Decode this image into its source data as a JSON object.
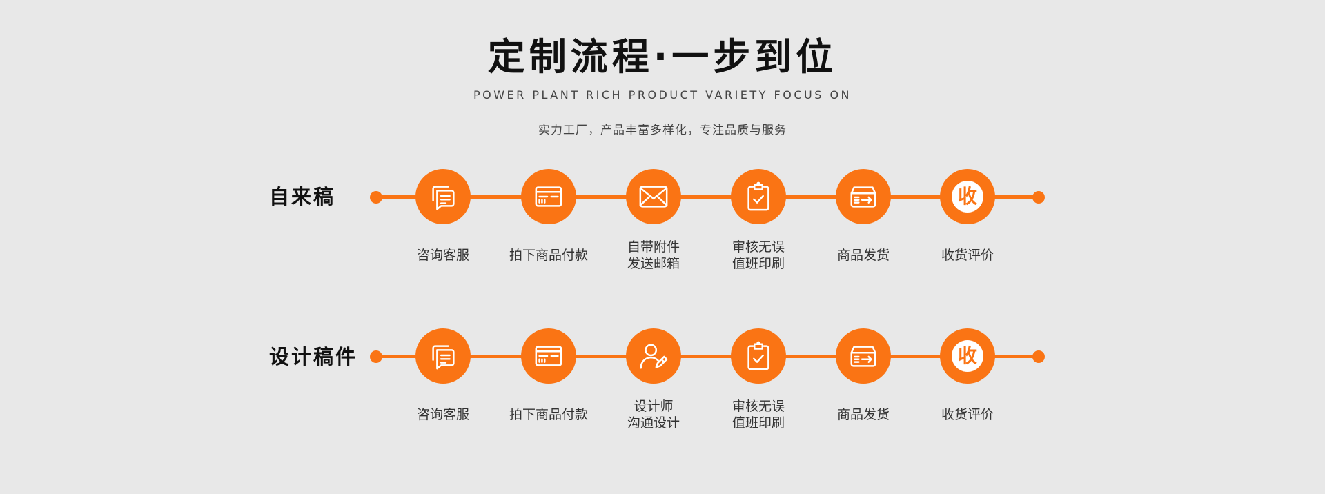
{
  "header": {
    "title": "定制流程·一步到位",
    "subtitle_en": "POWER PLANT RICH PRODUCT VARIETY FOCUS ON",
    "subtitle_cn": "实力工厂，产品丰富多样化，专注品质与服务"
  },
  "colors": {
    "accent": "#fa7414",
    "background": "#e8e8e8"
  },
  "rows": [
    {
      "label": "自来稿",
      "steps": [
        {
          "icon": "chat-icon",
          "line1": "咨询客服",
          "line2": ""
        },
        {
          "icon": "card-icon",
          "line1": "拍下商品付款",
          "line2": ""
        },
        {
          "icon": "envelope-icon",
          "line1": "自带附件",
          "line2": "发送邮箱"
        },
        {
          "icon": "clipboard-check-icon",
          "line1": "审核无误",
          "line2": "值班印刷"
        },
        {
          "icon": "box-arrow-icon",
          "line1": "商品发货",
          "line2": ""
        },
        {
          "icon": "receive-icon",
          "glyph": "收",
          "line1": "收货评价",
          "line2": ""
        }
      ]
    },
    {
      "label": "设计稿件",
      "steps": [
        {
          "icon": "chat-icon",
          "line1": "咨询客服",
          "line2": ""
        },
        {
          "icon": "card-icon",
          "line1": "拍下商品付款",
          "line2": ""
        },
        {
          "icon": "designer-icon",
          "line1": "设计师",
          "line2": "沟通设计"
        },
        {
          "icon": "clipboard-check-icon",
          "line1": "审核无误",
          "line2": "值班印刷"
        },
        {
          "icon": "box-arrow-icon",
          "line1": "商品发货",
          "line2": ""
        },
        {
          "icon": "receive-icon",
          "glyph": "收",
          "line1": "收货评价",
          "line2": ""
        }
      ]
    }
  ]
}
